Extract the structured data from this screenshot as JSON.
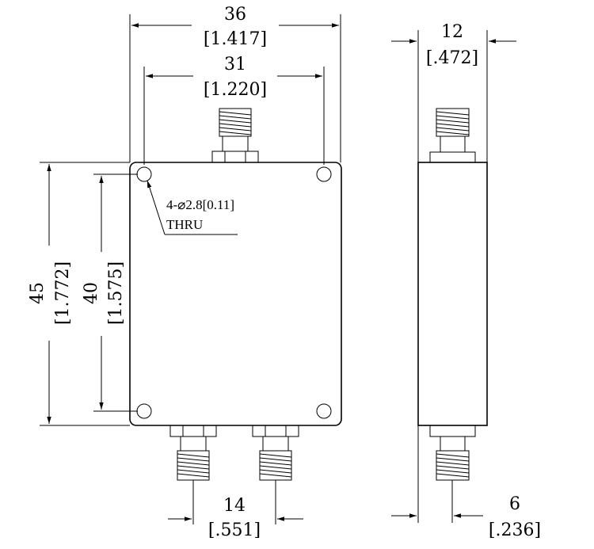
{
  "dimensions": {
    "overall_width": {
      "value": "36",
      "inch": "[1.417]"
    },
    "hole_spacing_width": {
      "value": "31",
      "inch": "[1.220]"
    },
    "overall_height": {
      "value": "45",
      "inch": "[1.772]"
    },
    "hole_spacing_height": {
      "value": "40",
      "inch": "[1.575]"
    },
    "connector_spacing": {
      "value": "14",
      "inch": "[.551]"
    },
    "thickness": {
      "value": "12",
      "inch": "[.472]"
    },
    "connector_offset": {
      "value": "6",
      "inch": "[.236]"
    }
  },
  "hole_note": {
    "line1": "4-⌀2.8[0.11]",
    "line2": "THRU"
  }
}
